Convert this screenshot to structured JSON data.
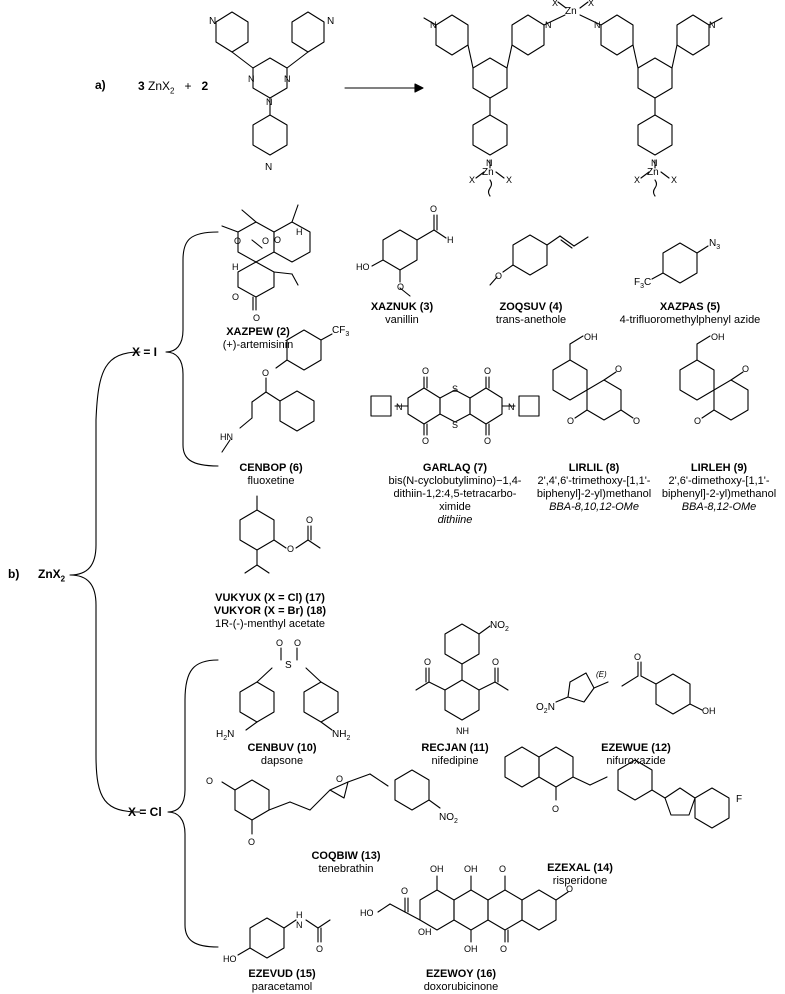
{
  "part_a": {
    "label": "a)",
    "reactant_1_coeff": "3",
    "reactant_1": "ZnX",
    "reactant_1_sub": "2",
    "plus": "+",
    "reactant_2_coeff": "2",
    "zn": "Zn",
    "x": "X",
    "atom_N": "N"
  },
  "part_b": {
    "label": "b)",
    "root": "ZnX",
    "root_sub": "2",
    "branch_i": "X = I",
    "branch_cl": "X = Cl"
  },
  "atoms": {
    "O": "O",
    "OH": "OH",
    "HO": "HO",
    "H": "H",
    "N3": "N",
    "N3_sub": "3",
    "F3C": "F",
    "F3C_sub": "3",
    "F3C_tail": "C",
    "CF3": "CF",
    "CF3_sub": "3",
    "HN": "HN",
    "S": "S",
    "N": "N",
    "NH2": "NH",
    "NH2_sub": "2",
    "H2N": "H",
    "H2N_sub": "2",
    "H2N_tail": "N",
    "NO2": "NO",
    "NO2_sub": "2",
    "O2N": "O",
    "O2N_sub": "2",
    "O2N_tail": "N",
    "NH": "NH",
    "E": "(E)",
    "F": "F"
  },
  "compounds": [
    {
      "code": "XAZPEW (2)",
      "name": "(+)-artemisinin"
    },
    {
      "code": "XAZNUK (3)",
      "name": "vanillin"
    },
    {
      "code": "ZOQSUV (4)",
      "name": "trans-anethole"
    },
    {
      "code": "XAZPAS (5)",
      "name": "4-trifluoromethylphenyl azide"
    },
    {
      "code": "CENBOP (6)",
      "name": "fluoxetine"
    },
    {
      "code": "GARLAQ (7)",
      "name": "bis(N-cyclobutylimino)−1,4-dithiin-1,2:4,5-tetracarbo-ximide",
      "alt": "dithiine"
    },
    {
      "code": "LIRLIL (8)",
      "name": "2',4',6'-trimethoxy-[1,1'-biphenyl]-2-yl)methanol",
      "alt": "BBA-8,10,12-OMe"
    },
    {
      "code": "LIRLEH (9)",
      "name": "2',6'-dimethoxy-[1,1'-biphenyl]-2-yl)methanol",
      "alt": "BBA-8,12-OMe"
    },
    {
      "code": "VUKYUX (X = Cl) (17)",
      "code2": "VUKYOR (X = Br) (18)",
      "name": "1R-(-)-menthyl acetate"
    },
    {
      "code": "CENBUV (10)",
      "name": "dapsone"
    },
    {
      "code": "RECJAN (11)",
      "name": "nifedipine"
    },
    {
      "code": "EZEWUE (12)",
      "name": "nifuroxazide"
    },
    {
      "code": "COQBIW (13)",
      "name": "tenebrathin"
    },
    {
      "code": "EZEXAL (14)",
      "name": "risperidone"
    },
    {
      "code": "EZEVUD (15)",
      "name": "paracetamol"
    },
    {
      "code": "EZEWOY (16)",
      "name": "doxorubicinone"
    }
  ]
}
